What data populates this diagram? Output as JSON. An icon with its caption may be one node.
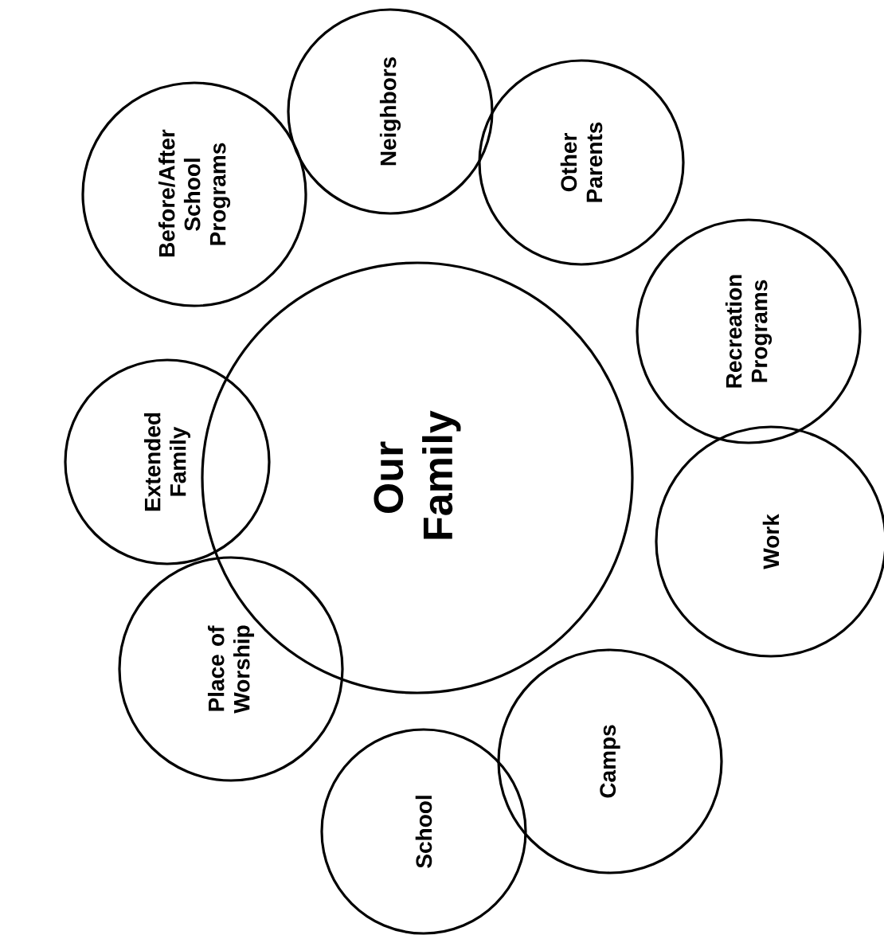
{
  "diagram": {
    "nodes": [
      {
        "text": [
          "Our Family"
        ]
      },
      {
        "text": [
          "Before/After School Programs"
        ]
      },
      {
        "text": [
          "Neighbors"
        ]
      },
      {
        "text": [
          "Other Parents"
        ]
      },
      {
        "text": [
          "Recreation Programs"
        ]
      },
      {
        "text": [
          "Extended Family"
        ]
      },
      {
        "text": [
          "Work"
        ]
      },
      {
        "text": [
          "Place of Worship"
        ]
      },
      {
        "text": [
          "Camps"
        ]
      },
      {
        "text": [
          "School"
        ]
      }
    ]
  }
}
